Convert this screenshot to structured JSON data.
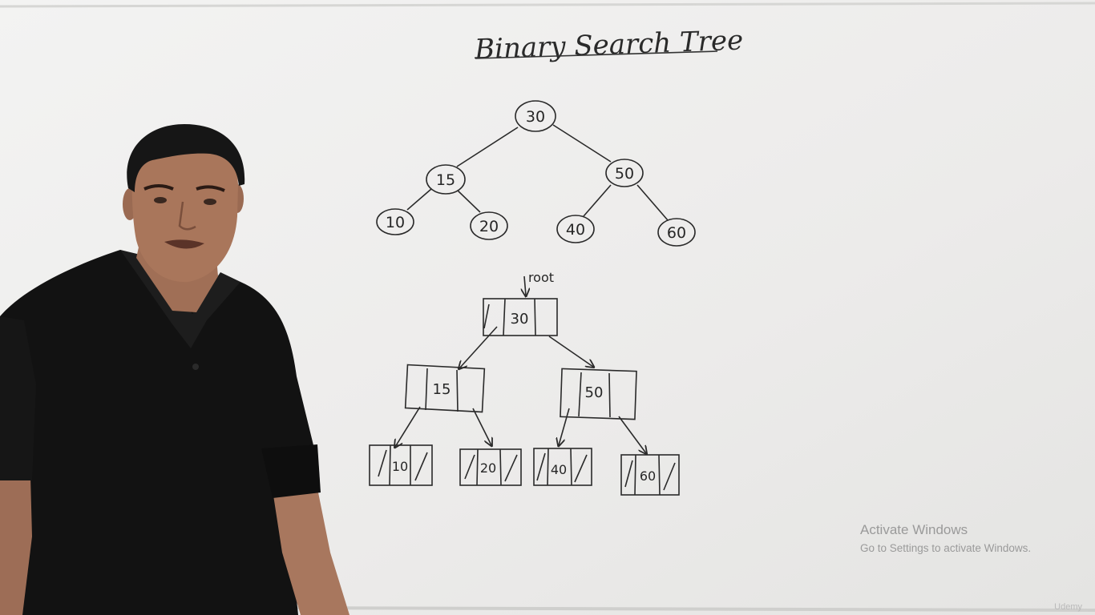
{
  "board": {
    "title": "Binary Search Tree",
    "root_label": "root"
  },
  "tree": {
    "root": "30",
    "level2": [
      "15",
      "50"
    ],
    "leaves": [
      "10",
      "20",
      "40",
      "60"
    ]
  },
  "linked_tree": {
    "root": "30",
    "level2": [
      "15",
      "50"
    ],
    "leaves": [
      "10",
      "20",
      "40",
      "60"
    ]
  },
  "watermark": {
    "title": "Activate Windows",
    "subtitle": "Go to Settings to activate Windows."
  },
  "video_logo": "Udemy"
}
